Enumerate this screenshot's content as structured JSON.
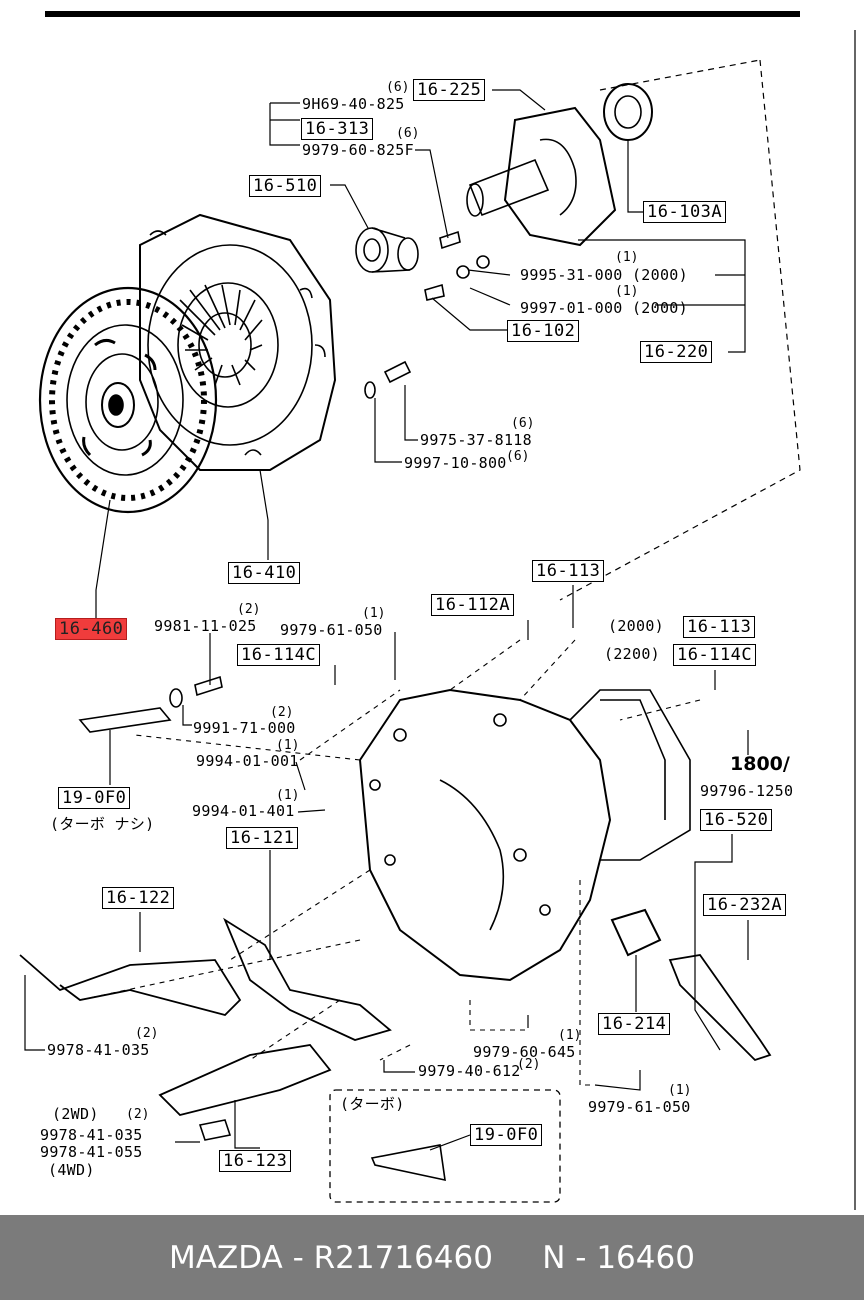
{
  "diagram": {
    "boxes": {
      "b16_225": "16-225",
      "b16_313": "16-313",
      "b16_510": "16-510",
      "b16_103a": "16-103A",
      "b16_102": "16-102",
      "b16_220": "16-220",
      "b16_410": "16-410",
      "b16_460": "16-460",
      "b16_113a": "16-113",
      "b16_112a": "16-112A",
      "b16_113b": "16-113",
      "b16_114c_a": "16-114C",
      "b16_114c_b": "16-114C",
      "b19_0f0_a": "19-0F0",
      "b16_121": "16-121",
      "b16_520": "16-520",
      "b16_122": "16-122",
      "b16_232a": "16-232A",
      "b16_214": "16-214",
      "b16_123": "16-123",
      "b19_0f0_b": "19-0F0"
    },
    "labels": {
      "p9h69": "9H69-40-825",
      "p9979_60_825f": "9979-60-825F",
      "p9995": "9995-31-000 (2000)",
      "p9997_01": "9997-01-000 (2000)",
      "p9975": "9975-37-8118",
      "p9997_10": "9997-10-800",
      "p9981": "9981-11-025",
      "p9979_61_050a": "9979-61-050",
      "p2000": "(2000)",
      "p2200": "(2200)",
      "p9991": "9991-71-000",
      "p9994_001": "9994-01-001",
      "p1800": "1800/",
      "p99796": "99796-1250",
      "p9994_401": "9994-01-401",
      "turbo_nashi": "(ターボ ナシ)",
      "p9978_41_035a": "9978-41-035",
      "p9979_60_645": "9979-60-645",
      "p9979_40_612": "9979-40-612",
      "p9979_61_050b": "9979-61-050",
      "p2wd": "(2WD)",
      "p9978_41_035b": "9978-41-035",
      "p9978_41_055": "9978-41-055",
      "p4wd": "(4WD)",
      "turbo": "(ターボ)"
    },
    "qty": {
      "q1": "(6)",
      "q2": "(6)",
      "q3": "(1)",
      "q4": "(1)",
      "q5": "(6)",
      "q6": "(6)",
      "q7": "(2)",
      "q8": "(1)",
      "q9": "(2)",
      "q10": "(1)",
      "q11": "(1)",
      "q12": "(2)",
      "q13": "(1)",
      "q14": "(2)",
      "q15": "(1)",
      "q16": "(2)"
    }
  },
  "footer": {
    "text": "MAZDA - R21716460     N - 16460"
  },
  "colors": {
    "highlight": "#f03c3c",
    "footer_bg": "#7b7b7b",
    "line": "#000000"
  }
}
